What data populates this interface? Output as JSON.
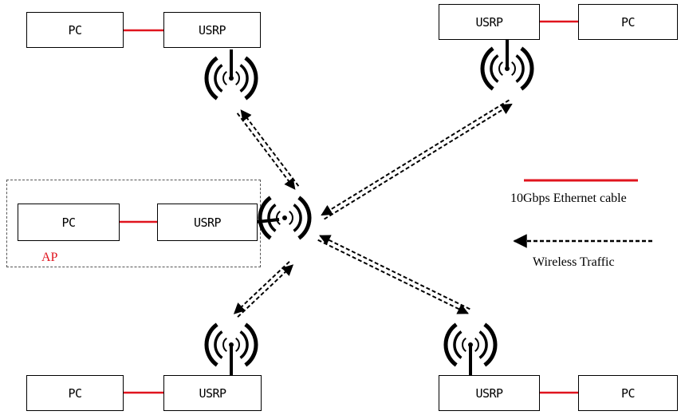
{
  "nodes": {
    "top_left": {
      "pc": "PC",
      "usrp": "USRP"
    },
    "top_right": {
      "pc": "PC",
      "usrp": "USRP"
    },
    "ap": {
      "pc": "PC",
      "usrp": "USRP",
      "label": "AP"
    },
    "bottom_left": {
      "pc": "PC",
      "usrp": "USRP"
    },
    "bottom_right": {
      "pc": "PC",
      "usrp": "USRP"
    }
  },
  "legend": {
    "ethernet": "10Gbps Ethernet cable",
    "wireless": "Wireless Traffic"
  },
  "colors": {
    "ethernet": "#e0141e",
    "ap_label": "#e0141e",
    "line": "#000000"
  }
}
